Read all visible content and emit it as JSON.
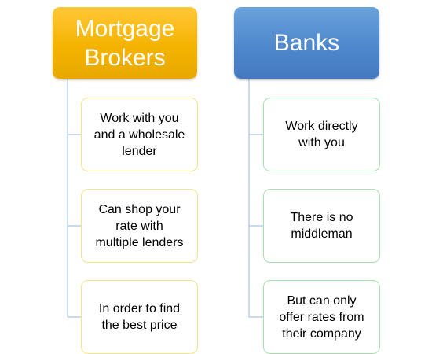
{
  "diagram": {
    "columns": [
      {
        "title": "Mortgage\nBrokers",
        "color": "#f5b300",
        "items": [
          "Work with you\nand a wholesale\nlender",
          "Can shop your\nrate with\nmultiple lenders",
          "In order to find\nthe best price"
        ]
      },
      {
        "title": "Banks",
        "color": "#4f88cc",
        "items": [
          "Work directly\nwith you",
          "There is no\nmiddleman",
          "But can only\noffer rates from\ntheir company"
        ]
      }
    ],
    "connector_color": "#a6c4e2",
    "broker_card_border": "#f4e48a",
    "bank_card_border": "#a9dfae"
  }
}
